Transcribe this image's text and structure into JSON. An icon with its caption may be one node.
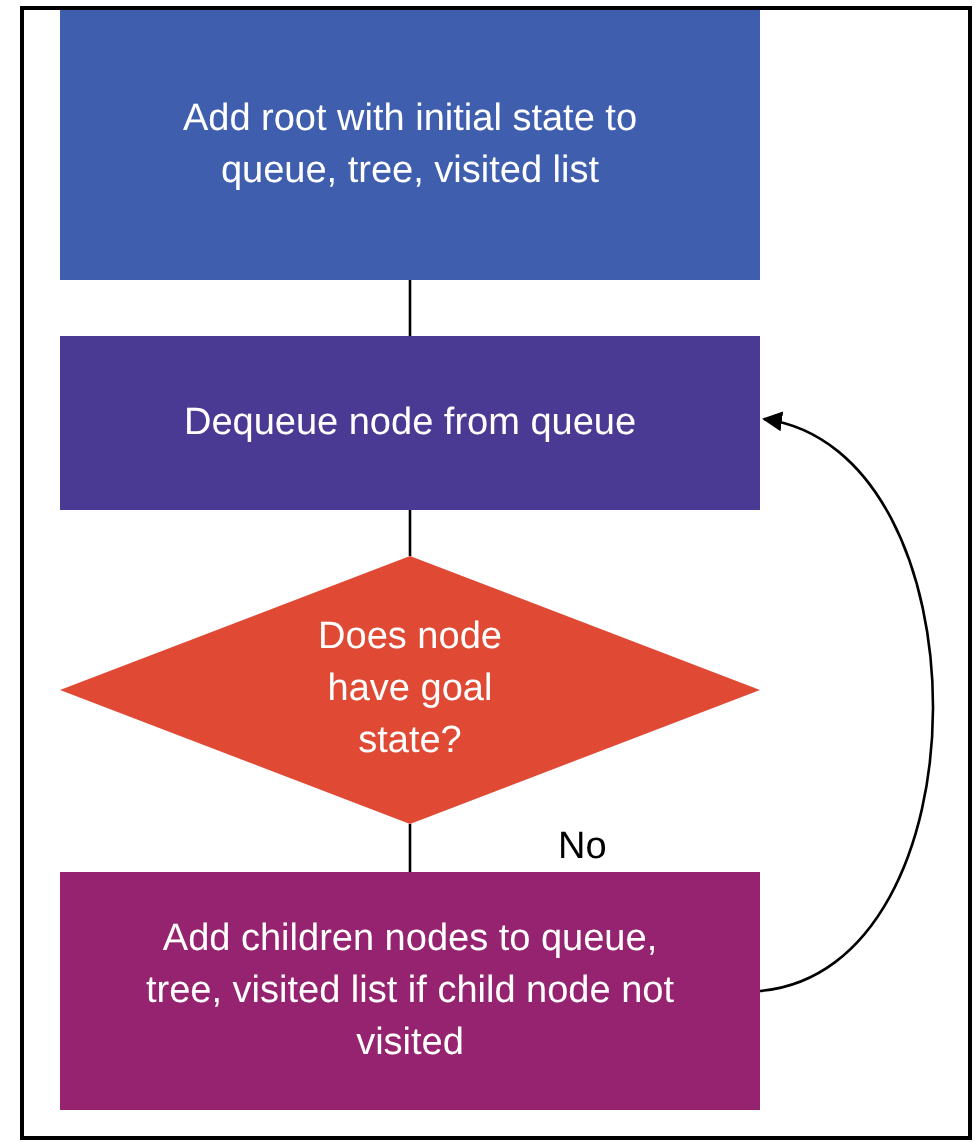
{
  "diagram": {
    "nodes": [
      {
        "text": [
          "Add root with initial state to queue, tree, visited list"
        ]
      },
      {
        "text": [
          "Dequeue node from queue"
        ]
      },
      {
        "text": [
          "Does node have goal state?"
        ]
      },
      {
        "text": [
          "Add children nodes to queue, tree, visited list if child node not visited"
        ]
      }
    ],
    "edges": [
      {
        "from": 0,
        "to": 1,
        "arrow": "none"
      },
      {
        "from": 1,
        "to": 2,
        "arrow": "none"
      },
      {
        "from": 2,
        "to": 3,
        "arrow": "none",
        "label": "No"
      },
      {
        "from": 3,
        "to": 1,
        "arrow": "to"
      }
    ]
  }
}
